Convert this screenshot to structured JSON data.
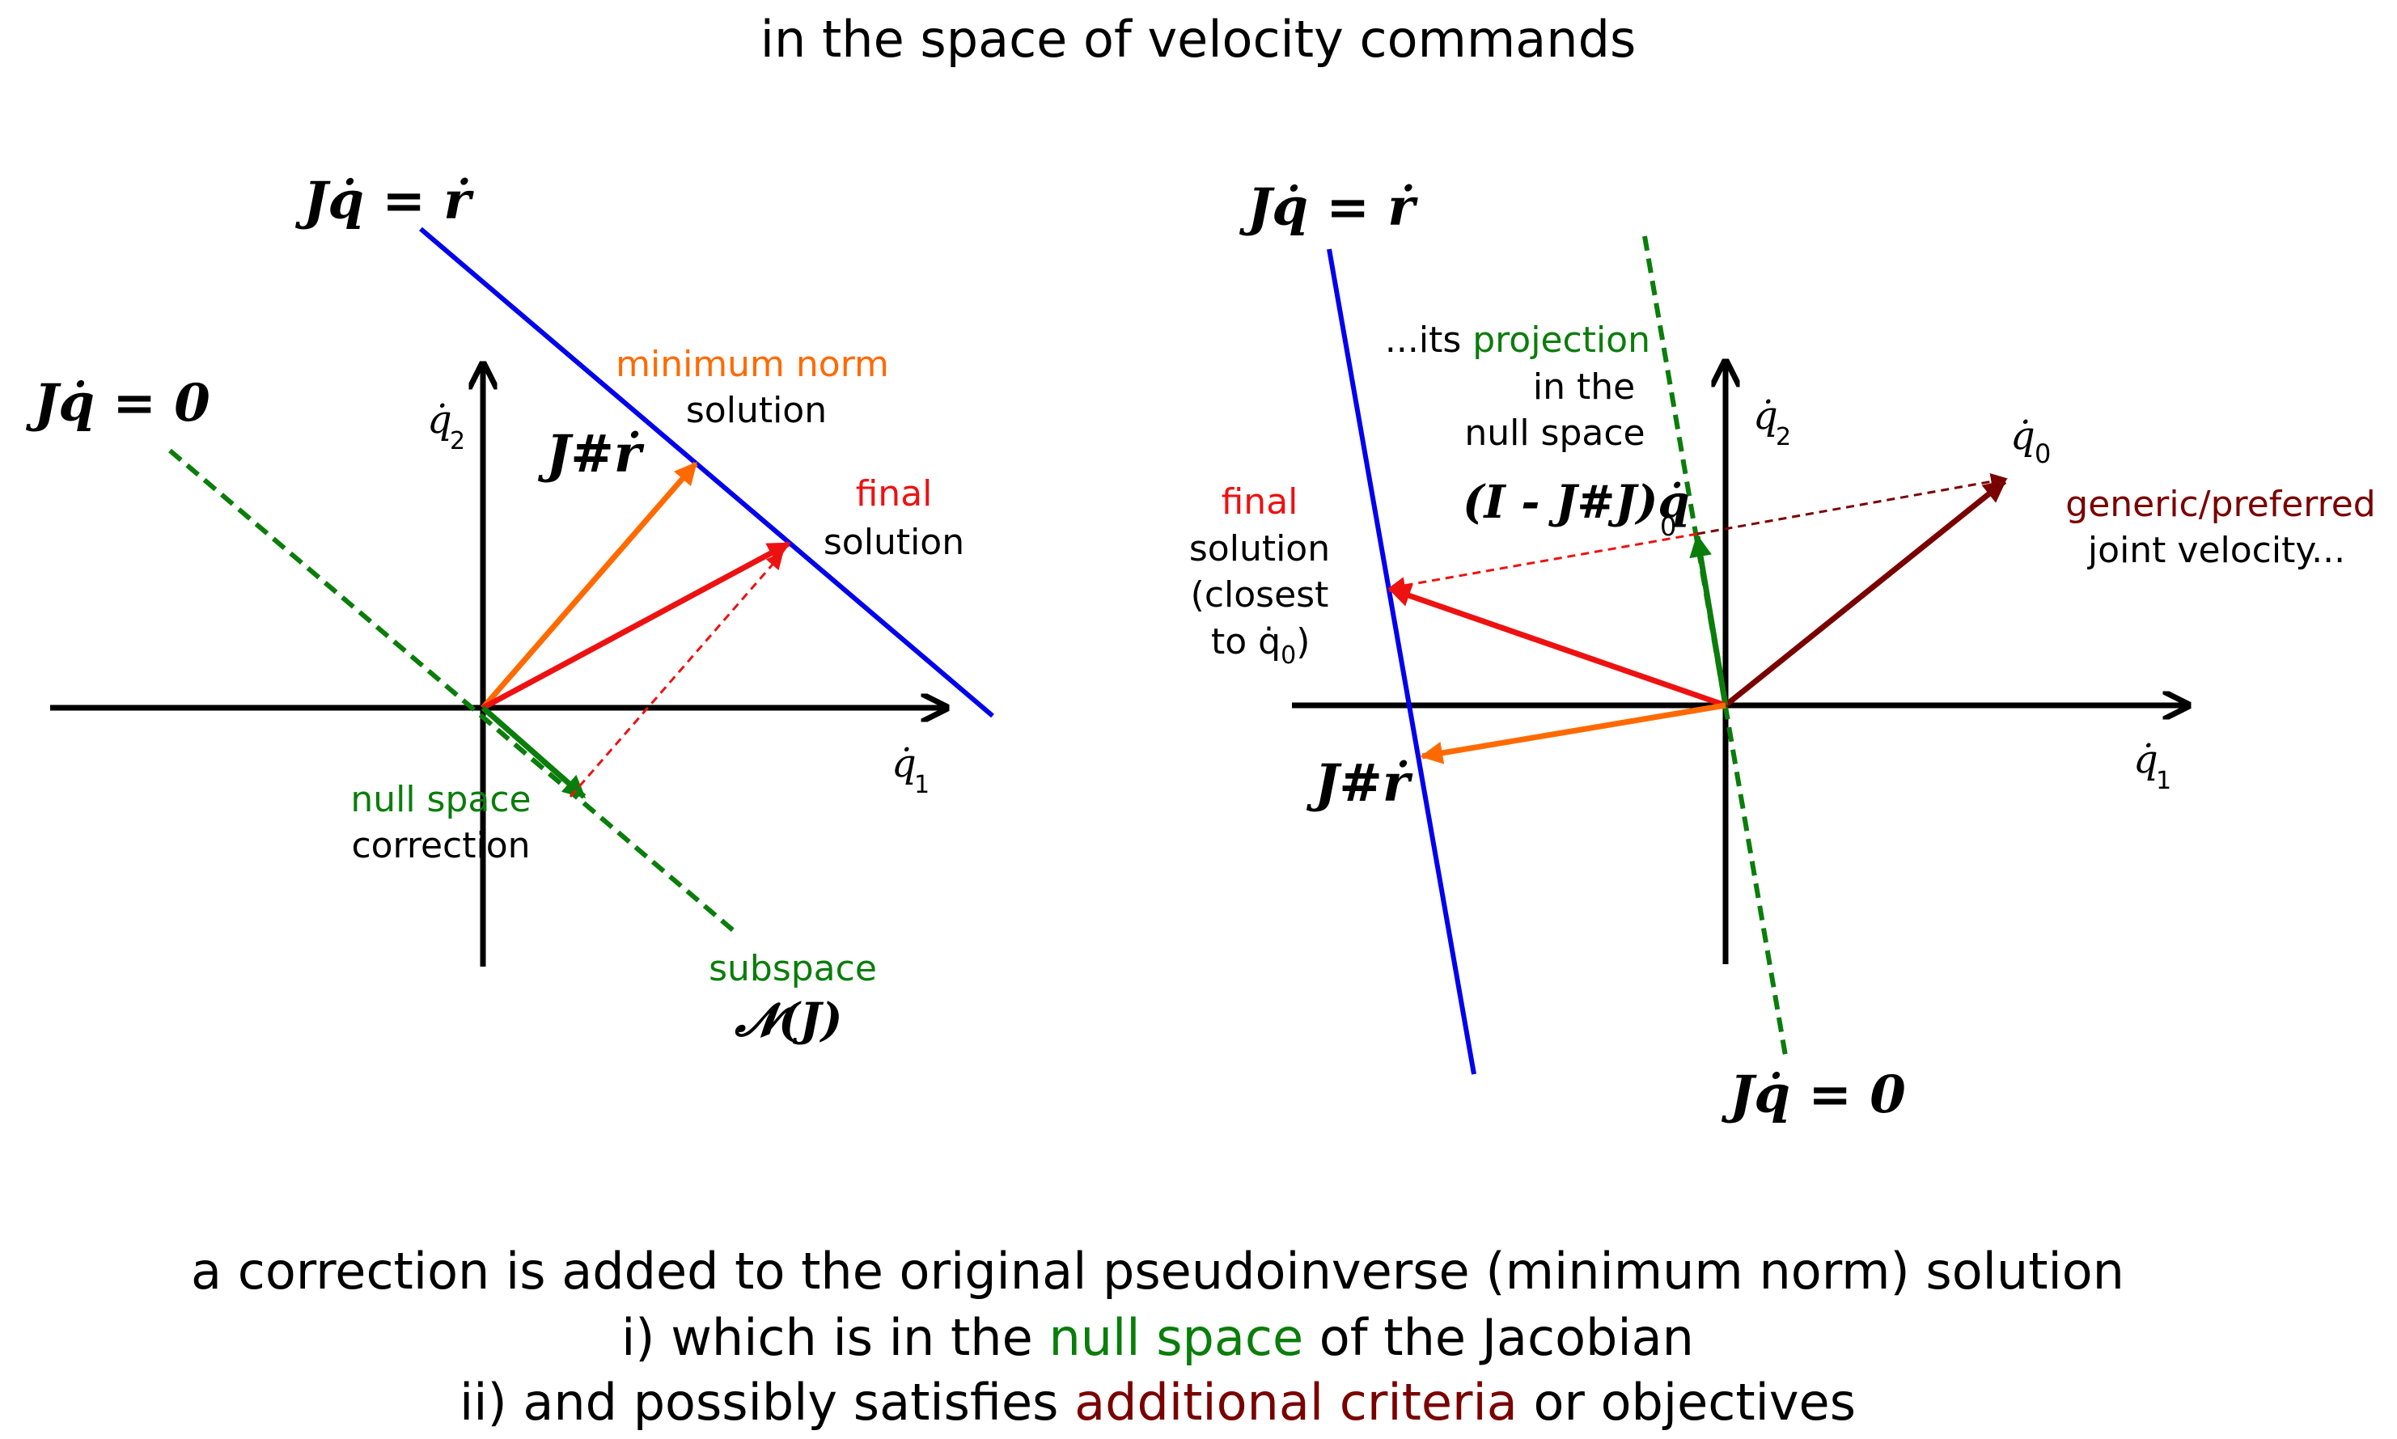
{
  "title": "in the space of velocity commands",
  "colors": {
    "blue": "#0000ee",
    "green": "#0a7d0a",
    "orange": "#ff6a00",
    "red": "#ee1111",
    "darkred": "#7a0000",
    "black": "#000000"
  },
  "left": {
    "task_constraint": "Jq̇ = ṙ",
    "null_constraint": "Jq̇ = 0",
    "axis_y": "q̇",
    "axis_y_sub": "2",
    "axis_x": "q̇",
    "axis_x_sub": "1",
    "min_norm_colored": "minimum norm",
    "min_norm_black": "solution",
    "pinv_label": "J#ṙ",
    "final_colored": "final",
    "final_black": "solution",
    "null_corr_colored": "null space",
    "null_corr_black": "correction",
    "subspace_colored": "subspace",
    "subspace_math": "𝓝(J)"
  },
  "right": {
    "task_constraint": "Jq̇ = ṙ",
    "null_constraint": "Jq̇ = 0",
    "axis_y": "q̇",
    "axis_y_sub": "2",
    "axis_x": "q̇",
    "axis_x_sub": "1",
    "projection_prefix": "...its ",
    "projection_colored": "projection",
    "projection_line2": "in the",
    "projection_line3": "null space",
    "projection_math": "(I - J#J)q̇",
    "projection_math_sub": "0",
    "q0_label": "q̇",
    "q0_sub": "0",
    "generic_colored": "generic/preferred",
    "generic_black": "joint velocity...",
    "final_colored": "final",
    "final_line2": "solution",
    "final_line3": "(closest",
    "final_line4": "to q̇",
    "final_line4_sub": "0",
    "final_line4_end": ")",
    "pinv_label": "J#ṙ"
  },
  "bottom": {
    "line1": "a correction is added to the original pseudoinverse (minimum norm) solution",
    "line2_pre": "i) which is in the ",
    "line2_colored": "null space",
    "line2_post": " of the Jacobian",
    "line3_pre": "ii) and possibly satisfies ",
    "line3_colored": "additional criteria",
    "line3_post": " or objectives"
  }
}
